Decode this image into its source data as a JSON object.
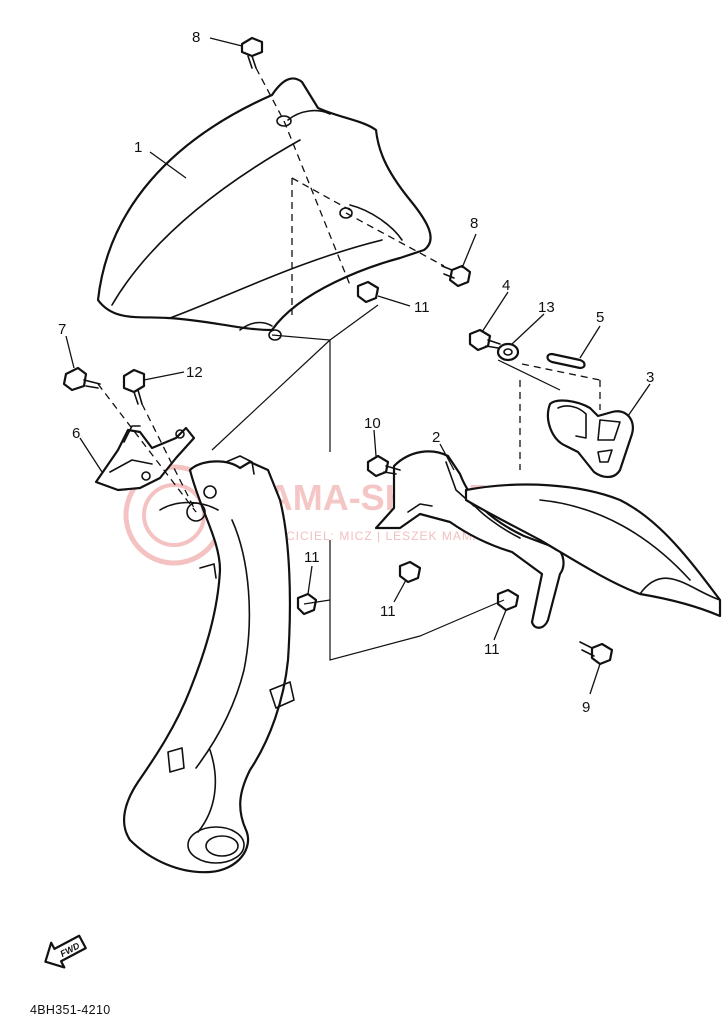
{
  "watermark": {
    "main_text": "YAMA-SHOP.PL",
    "sub_text": "WŁAŚCICIEL: MICZ | LESZEK MAMA",
    "color": "#f2b3b3"
  },
  "callouts": [
    "1",
    "2",
    "3",
    "4",
    "5",
    "6",
    "7",
    "8",
    "8",
    "9",
    "10",
    "11",
    "11",
    "11",
    "11",
    "12",
    "13"
  ],
  "direction_arrow": {
    "label": "FWD"
  },
  "reference_code": "4BH351-4210"
}
